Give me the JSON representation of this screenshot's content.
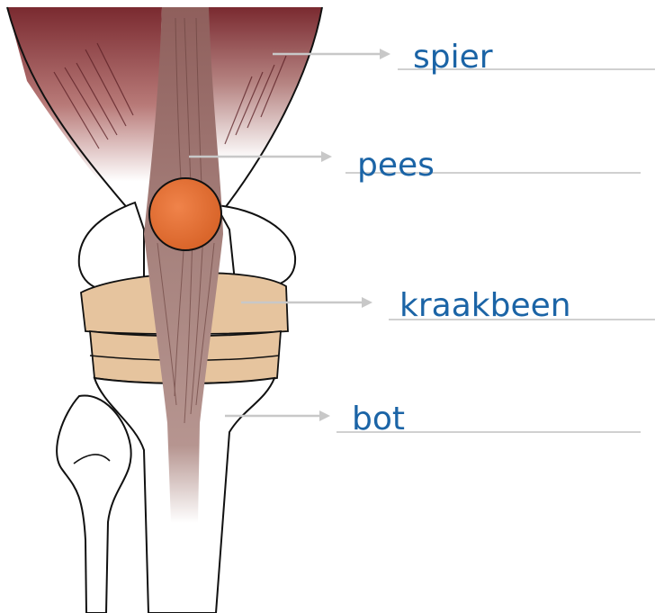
{
  "labels": {
    "spier": "spier",
    "pees": "pees",
    "kraakbeen": "kraakbeen",
    "bot": "bot"
  },
  "colors": {
    "label_text": "#1b64a6",
    "muscle": "#7a2a30",
    "tendon": "#a57f7a",
    "kneecap": "#e8783a",
    "cartilage": "#e6c49e",
    "arrow": "#c8c8c8",
    "underline": "#d0d0d0",
    "outline": "#111111"
  }
}
